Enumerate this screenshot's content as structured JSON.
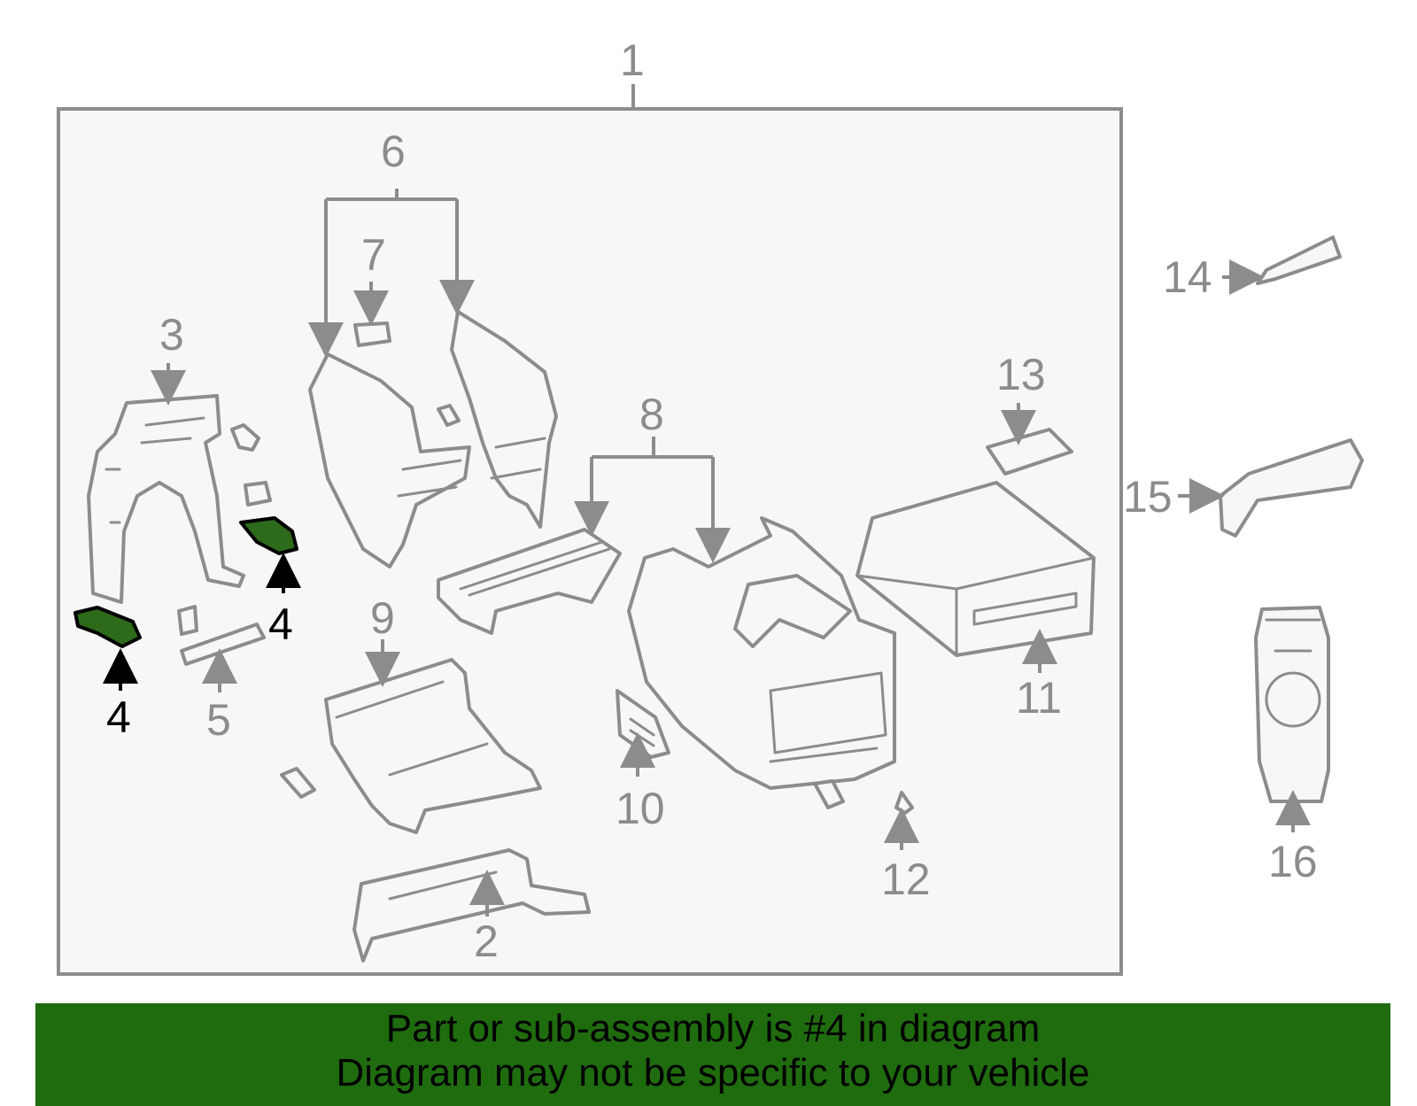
{
  "callouts": {
    "c1": "1",
    "c2": "2",
    "c3": "3",
    "c4a": "4",
    "c4b": "4",
    "c5": "5",
    "c6": "6",
    "c7": "7",
    "c8": "8",
    "c9": "9",
    "c10": "10",
    "c11": "11",
    "c12": "12",
    "c13": "13",
    "c14": "14",
    "c15": "15",
    "c16": "16"
  },
  "highlighted_part": "4",
  "colors": {
    "highlight_fill": "#2d6a1a",
    "banner": "#1f6c0f",
    "line": "#8c8c8c",
    "panel": "#f7f7f7"
  },
  "banner": {
    "line1": "Part or sub-assembly is #4 in diagram",
    "line2": "Diagram may not be specific to your vehicle"
  }
}
